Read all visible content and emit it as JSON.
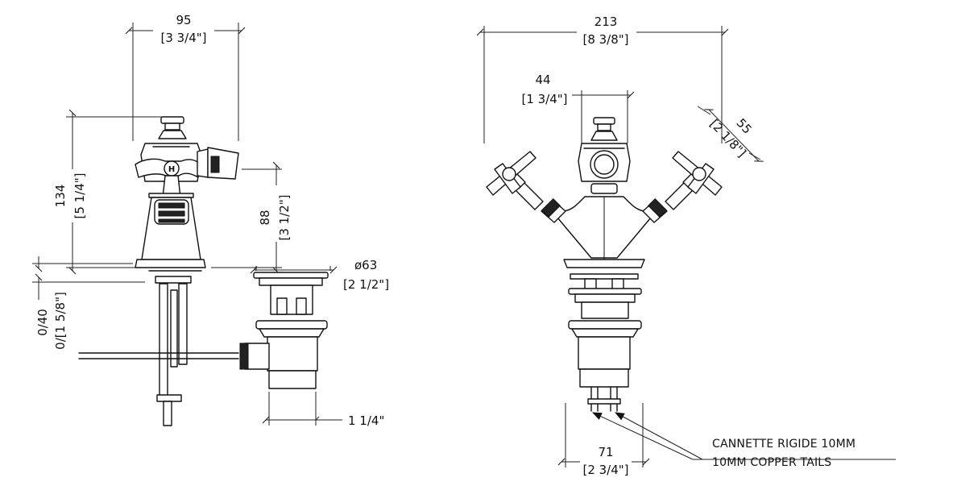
{
  "colors": {
    "line": "#111111",
    "background": "#ffffff"
  },
  "side_view": {
    "width": {
      "mm": "95",
      "inch": "[3 3/4\"]"
    },
    "height": {
      "mm": "134",
      "inch": "[5 1/4\"]"
    },
    "spout_height": {
      "mm": "88",
      "inch": "[3 1/2\"]"
    },
    "waste_diameter": {
      "mm": "ø63",
      "inch": "[2 1/2\"]"
    },
    "deck_thickness": {
      "mm": "0/40",
      "inch": "0/[1 5/8\"]"
    },
    "waste_thread": "1 1/4\""
  },
  "front_view": {
    "overall_width": {
      "mm": "213",
      "inch": "[8 3/8\"]"
    },
    "spout_width": {
      "mm": "44",
      "inch": "[1 3/4\"]"
    },
    "handle_span": {
      "mm": "55",
      "inch": "[2 1/8\"]"
    },
    "tails_spacing": {
      "mm": "71",
      "inch": "[2 3/4\"]"
    },
    "note_line1": "CANNETTE RIGIDE 10MM",
    "note_line2": "10MM COPPER TAILS"
  }
}
